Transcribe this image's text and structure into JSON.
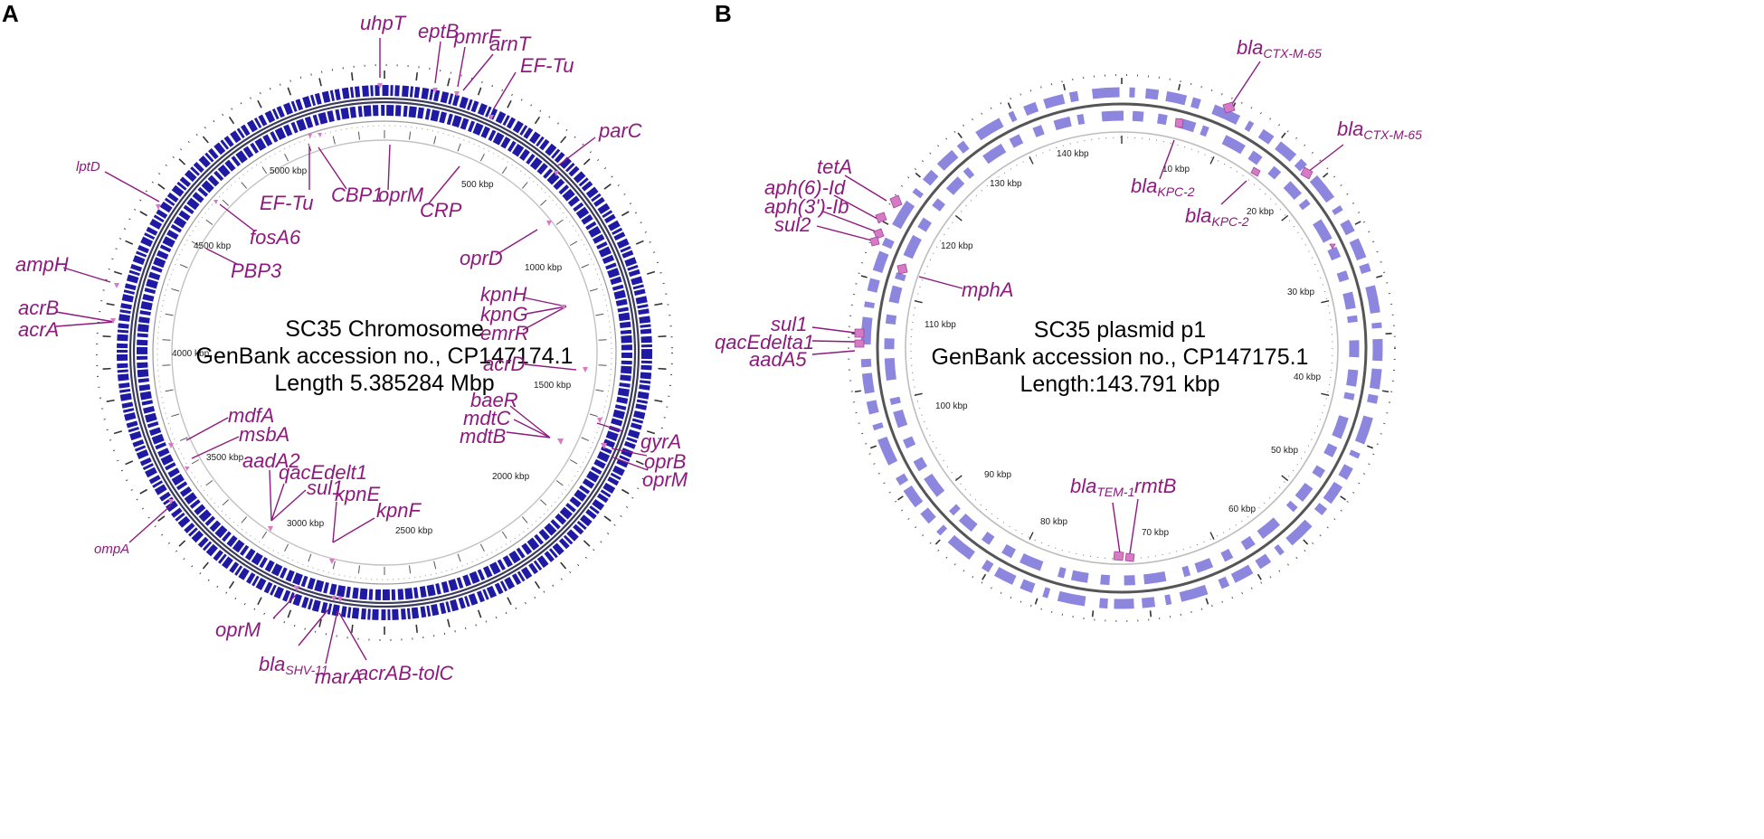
{
  "colors": {
    "label": "#8e1a7e",
    "chromosome_features": "#1f1aa3",
    "plasmid_features": "#8d86de",
    "highlight": "#d77ac5",
    "backbone": "#555555",
    "inner_ring": "#bdbdbd"
  },
  "panel_a": {
    "letter": "A",
    "title_line1": "SC35 Chromosome",
    "title_line2": "GenBank accession no., CP147174.1",
    "title_line3": "Length 5.385284 Mbp",
    "ticks": [
      "500 kbp",
      "1000 kbp",
      "1500 kbp",
      "2000 kbp",
      "2500 kbp",
      "3000 kbp",
      "3500 kbp",
      "4000 kbp",
      "4500 kbp",
      "5000 kbp"
    ],
    "genes": [
      {
        "label": "uhpT",
        "sub": ""
      },
      {
        "label": "eptB",
        "sub": ""
      },
      {
        "label": "pmrF",
        "sub": ""
      },
      {
        "label": "arnT",
        "sub": ""
      },
      {
        "label": "EF-Tu",
        "sub": ""
      },
      {
        "label": "parC",
        "sub": ""
      },
      {
        "label": "lptD",
        "sub": ""
      },
      {
        "label": "EF-Tu",
        "sub": ""
      },
      {
        "label": "CBP1",
        "sub": ""
      },
      {
        "label": "oprM",
        "sub": ""
      },
      {
        "label": "CRP",
        "sub": ""
      },
      {
        "label": "fosA6",
        "sub": ""
      },
      {
        "label": "PBP3",
        "sub": ""
      },
      {
        "label": "ampH",
        "sub": ""
      },
      {
        "label": "oprD",
        "sub": ""
      },
      {
        "label": "acrB",
        "sub": ""
      },
      {
        "label": "acrA",
        "sub": ""
      },
      {
        "label": "kpnH",
        "sub": ""
      },
      {
        "label": "kpnG",
        "sub": ""
      },
      {
        "label": "emrR",
        "sub": ""
      },
      {
        "label": "acrD",
        "sub": ""
      },
      {
        "label": "baeR",
        "sub": ""
      },
      {
        "label": "mdtC",
        "sub": ""
      },
      {
        "label": "mdtB",
        "sub": ""
      },
      {
        "label": "mdfA",
        "sub": ""
      },
      {
        "label": "msbA",
        "sub": ""
      },
      {
        "label": "gyrA",
        "sub": ""
      },
      {
        "label": "oprB",
        "sub": ""
      },
      {
        "label": "oprM",
        "sub": ""
      },
      {
        "label": "aadA2",
        "sub": ""
      },
      {
        "label": "qacEdelt1",
        "sub": ""
      },
      {
        "label": "sul1",
        "sub": ""
      },
      {
        "label": "kpnE",
        "sub": ""
      },
      {
        "label": "kpnF",
        "sub": ""
      },
      {
        "label": "ompA",
        "sub": ""
      },
      {
        "label": "oprM",
        "sub": ""
      },
      {
        "label": "bla",
        "sub": "SHV-11"
      },
      {
        "label": "marA",
        "sub": ""
      },
      {
        "label": "acrAB-tolC",
        "sub": ""
      }
    ]
  },
  "panel_b": {
    "letter": "B",
    "title_line1": "SC35 plasmid p1",
    "title_line2": "GenBank accession no., CP147175.1",
    "title_line3": "Length:143.791 kbp",
    "ticks": [
      "10 kbp",
      "20 kbp",
      "30 kbp",
      "40 kbp",
      "50 kbp",
      "60 kbp",
      "70 kbp",
      "80 kbp",
      "90 kbp",
      "100 kbp",
      "110 kbp",
      "120 kbp",
      "130 kbp",
      "140 kbp"
    ],
    "genes": [
      {
        "label": "bla",
        "sub": "CTX-M-65"
      },
      {
        "label": "bla",
        "sub": "CTX-M-65"
      },
      {
        "label": "tetA",
        "sub": ""
      },
      {
        "label": "aph(6)-Id",
        "sub": ""
      },
      {
        "label": "aph(3')-Ib",
        "sub": ""
      },
      {
        "label": "sul2",
        "sub": ""
      },
      {
        "label": "bla",
        "sub": "KPC-2"
      },
      {
        "label": "bla",
        "sub": "KPC-2"
      },
      {
        "label": "mphA",
        "sub": ""
      },
      {
        "label": "sul1",
        "sub": ""
      },
      {
        "label": "qacEdelta1",
        "sub": ""
      },
      {
        "label": "aadA5",
        "sub": ""
      },
      {
        "label": "bla",
        "sub": "TEM-1"
      },
      {
        "label": "rmtB",
        "sub": ""
      }
    ]
  }
}
